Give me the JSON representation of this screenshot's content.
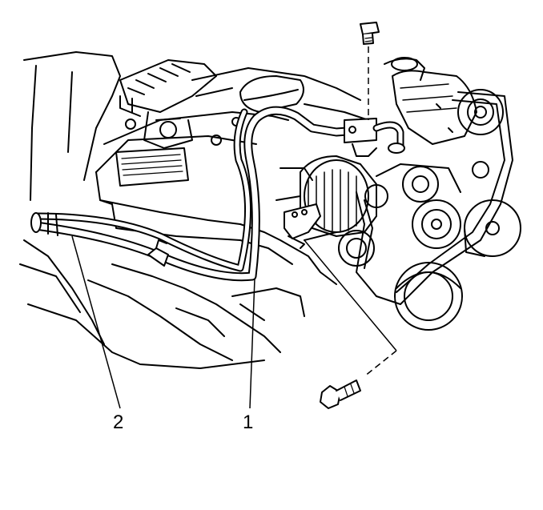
{
  "diagram": {
    "colors": {
      "ink": "#000000",
      "paper": "#ffffff"
    },
    "callouts": [
      {
        "id": "1",
        "label": "1"
      },
      {
        "id": "2",
        "label": "2"
      }
    ]
  }
}
